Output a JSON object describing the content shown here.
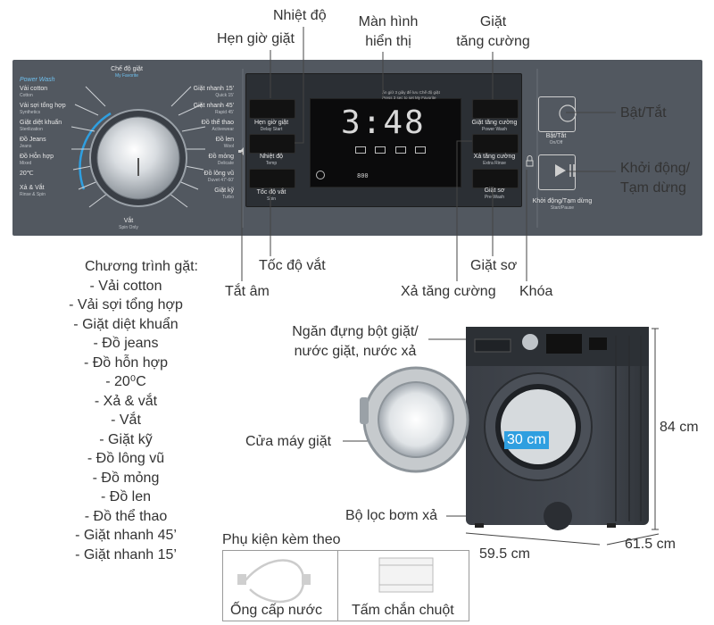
{
  "panel": {
    "power_wash": "Power Wash",
    "dial_left": [
      {
        "vi": "Vải cotton",
        "en": "Cotton"
      },
      {
        "vi": "Vải sợi tổng hợp",
        "en": "Synthetics"
      },
      {
        "vi": "Giặt diệt khuẩn",
        "en": "Sterilization"
      },
      {
        "vi": "Đồ Jeans",
        "en": "Jeans"
      },
      {
        "vi": "Đồ Hỗn hợp",
        "en": "Mixed"
      },
      {
        "vi": "20℃",
        "en": ""
      },
      {
        "vi": "Xả & Vắt",
        "en": "Rinse & Spin"
      }
    ],
    "dial_top": {
      "vi": "Chế độ giặt",
      "en": "My Favorite"
    },
    "dial_bottom": {
      "vi": "Vắt",
      "en": "Spin Only"
    },
    "dial_right": [
      {
        "vi": "Giặt nhanh 15'",
        "en": "Quick 15'"
      },
      {
        "vi": "Giặt nhanh 45'",
        "en": "Rapid 45'"
      },
      {
        "vi": "Đồ thể thao",
        "en": "Activewear"
      },
      {
        "vi": "Đồ len",
        "en": "Wool"
      },
      {
        "vi": "Đồ mỏng",
        "en": "Delicate"
      },
      {
        "vi": "Đồ lông vũ",
        "en": "Duvet 47'-60'"
      },
      {
        "vi": "Giặt kỹ",
        "en": "Turbo"
      }
    ],
    "btn_delay": {
      "vi": "Hẹn giờ giặt",
      "en": "Delay Start"
    },
    "btn_temp": {
      "vi": "Nhiệt độ",
      "en": "Temp"
    },
    "btn_spin": {
      "vi": "Tốc độ vắt",
      "en": "Spin"
    },
    "btn_power_wash": {
      "vi": "Giặt tăng cường",
      "en": "Power Wash"
    },
    "btn_extra_rinse": {
      "vi": "Xả tăng cường",
      "en": "Extra Rinse"
    },
    "btn_prewash": {
      "vi": "Giặt sơ",
      "en": "Pre-Wash"
    },
    "btn_onoff": {
      "vi": "Bật/Tắt",
      "en": "On/Off"
    },
    "btn_start": {
      "vi": "Khởi động/Tạm dừng",
      "en": "Start/Pause"
    },
    "display_time": "3:48",
    "display_rpm": "800",
    "display_note": "Ấn giữ 3 giây để lưu Chế độ giặt",
    "display_note_en": "Press 3 sec to set My Favorite"
  },
  "callouts": {
    "timer": "Hẹn giờ giặt",
    "temp": "Nhiệt độ",
    "display": [
      "Màn hình",
      "hiển thị"
    ],
    "power_wash": [
      "Giặt",
      "tăng cường"
    ],
    "on_off": "Bật/Tắt",
    "start_pause": [
      "Khởi động/",
      "Tạm dừng"
    ],
    "spin_speed": "Tốc độ vắt",
    "mute": "Tắt âm",
    "prewash": "Giặt sơ",
    "extra_rinse": "Xả tăng cường",
    "lock": "Khóa",
    "detergent": [
      "Ngăn đựng bột giặt/",
      "nước giặt, nước xả"
    ],
    "door": "Cửa máy giặt",
    "filter": "Bộ lọc bơm xả"
  },
  "programs": {
    "heading": "Chương trình gặt:",
    "items": [
      "- Vải cotton",
      "- Vải sợi tổng hợp",
      "- Giặt diệt khuẩn",
      "- Đồ jeans",
      "- Đồ hỗn hợp",
      "- 20⁰C",
      "- Xả & vắt",
      "- Vắt",
      "- Giặt kỹ",
      "- Đồ lông vũ",
      "- Đồ mỏng",
      "- Đồ len",
      "- Đồ thể thao",
      "- Giặt nhanh 45’",
      "- Giặt nhanh 15’"
    ]
  },
  "dimensions": {
    "height": "84 cm",
    "depth": "61.5 cm",
    "width": "59.5 cm",
    "drum": "30 cm"
  },
  "accessories": {
    "heading": "Phụ kiện kèm theo",
    "items": [
      "Ống cấp nước",
      "Tấm chắn chuột"
    ]
  },
  "colors": {
    "panel": "#525860",
    "machine": "#3d4249",
    "accent_blue": "#2f9fe0"
  }
}
